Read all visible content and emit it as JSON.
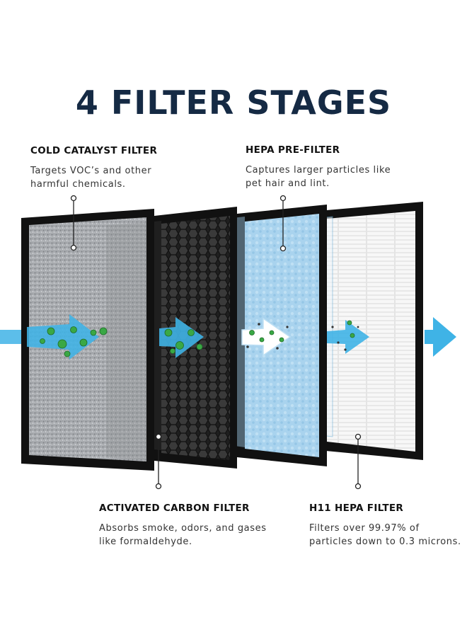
{
  "title": "4 FILTER STAGES",
  "stages": [
    {
      "name": "COLD CATALYST FILTER",
      "description": [
        "Targets VOC’s and other",
        "harmful chemicals."
      ]
    },
    {
      "name": "HEPA PRE-FILTER",
      "description": [
        "Captures larger particles like",
        "pet hair and lint."
      ]
    },
    {
      "name": "ACTIVATED CARBON FILTER",
      "description": [
        "Absorbs smoke, odors, and gases",
        "like formaldehyde."
      ]
    },
    {
      "name": "H11 HEPA FILTER",
      "description": [
        "Filters over 99.97% of",
        "particles down to 0.3 microns."
      ]
    }
  ],
  "colors": {
    "title": "#152a44",
    "frame": "#111111",
    "airflow_arrow": "#3fb3e6",
    "catalyst_mesh": "#a9acb0",
    "carbon_mesh": "#2b2b2b",
    "prefilter": "#a9d3ee",
    "hepa": "#f7f7f7",
    "particle": "#3aa845"
  }
}
